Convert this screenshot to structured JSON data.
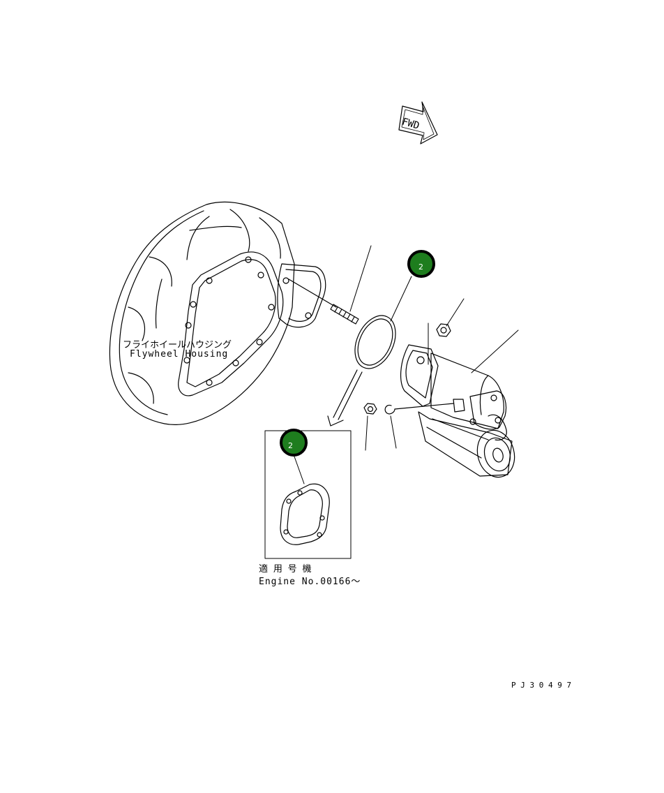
{
  "labels": {
    "fwd": "FWD",
    "housing_jp": "フライホイールハウジング",
    "housing_en": "Flywheel Housing",
    "applicable_jp": "適 用 号 機",
    "engine_no": "Engine No.00166～",
    "drawing_no": "P J 3 0 4 9 7"
  },
  "callouts": [
    {
      "number": "2"
    },
    {
      "number": "2"
    }
  ],
  "colors": {
    "line": "#000000",
    "badge_fill": "#1e7d1e",
    "badge_ring": "#000000",
    "badge_text": "#ffffff"
  }
}
